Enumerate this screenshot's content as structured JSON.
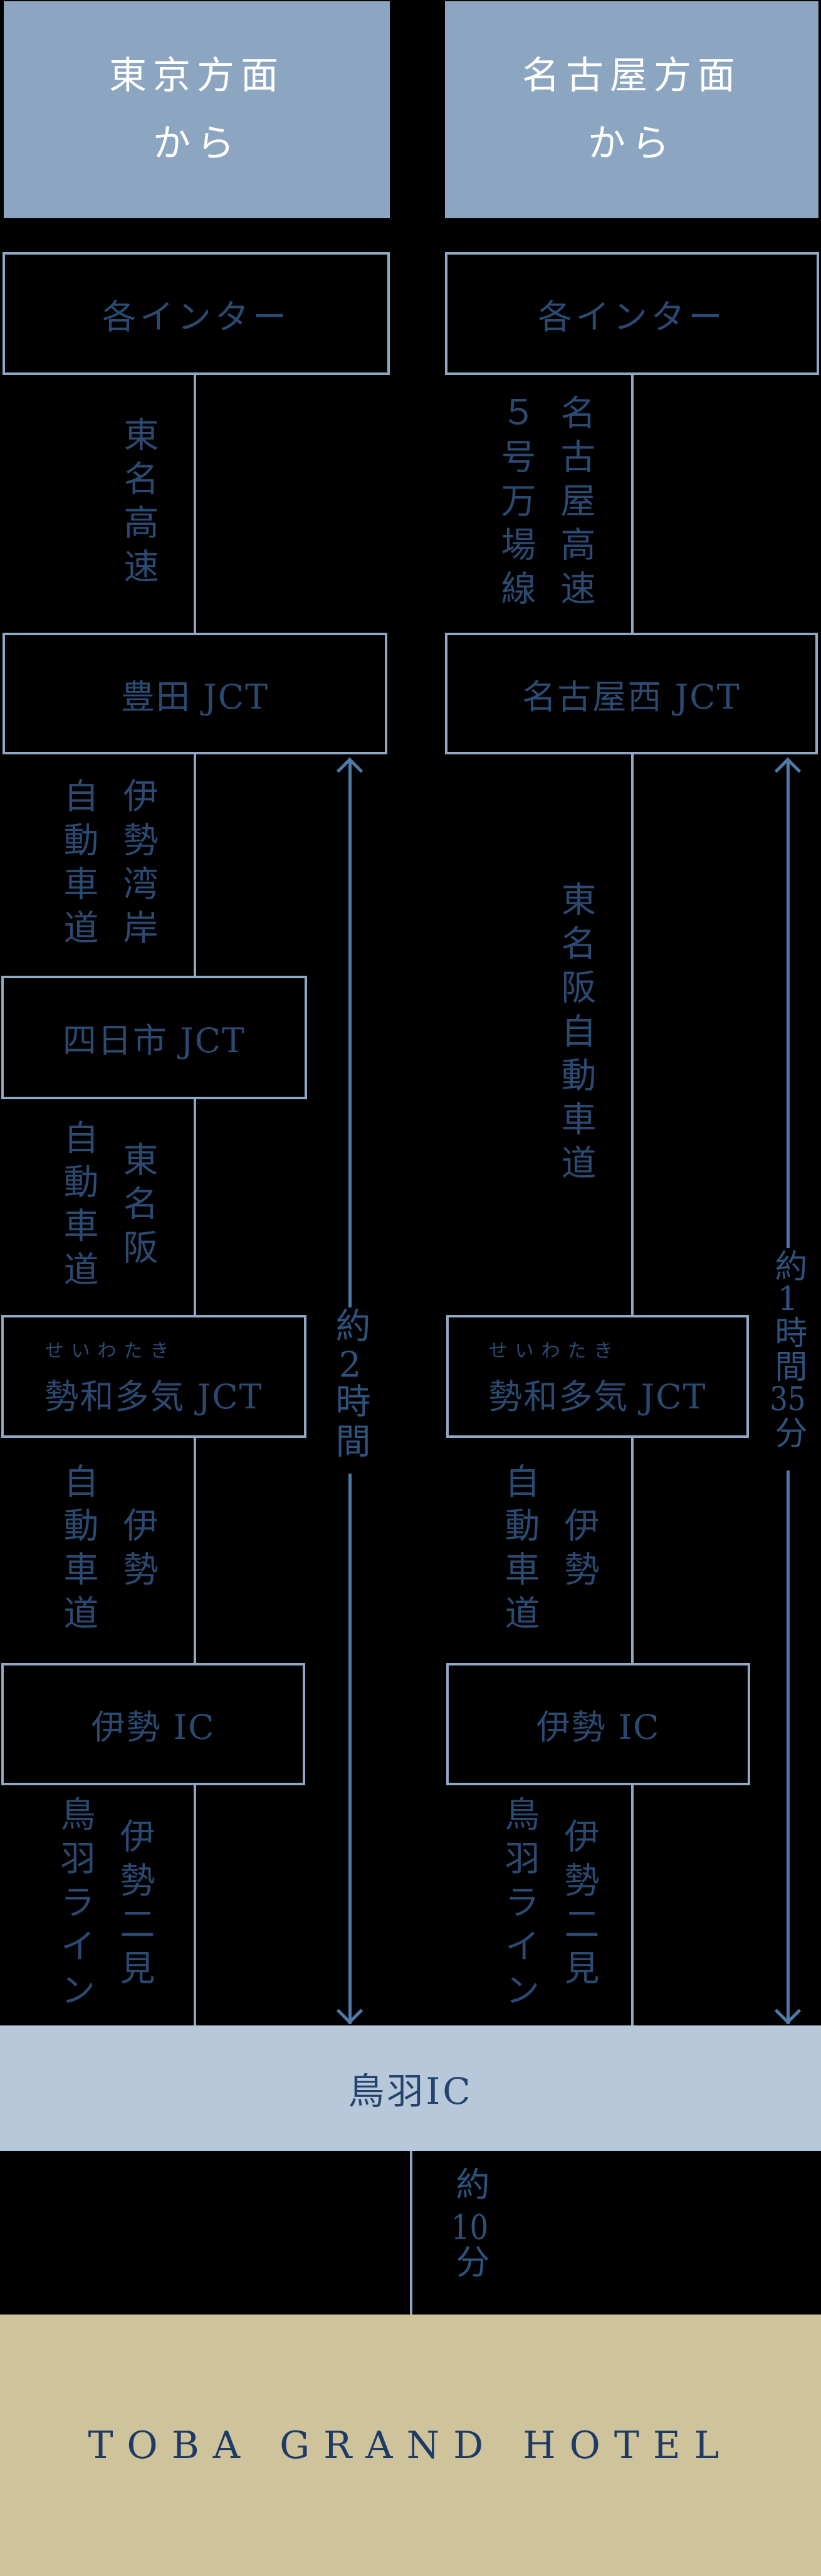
{
  "colors": {
    "background": "#000000",
    "header_bg": "#8CA5C0",
    "header_text": "#FFFFFF",
    "box_border": "#8EA9C5",
    "connector_line": "#8EA9C5",
    "arrow_line": "#4F7AA8",
    "text_navy": "#2B4A72",
    "toba_bar_bg": "#B7C8DA",
    "toba_bar_text": "#24436D",
    "hotel_bg": "#CEC39A",
    "hotel_text": "#1E3A66"
  },
  "left_route": {
    "header": "東京方面\nから",
    "start_label": "各インター",
    "road_1": "東名高速",
    "jct_1": "豊田 JCT",
    "road_2": "伊勢湾岸\n自動車道",
    "jct_2": "四日市 JCT",
    "road_3": "東名阪\n自動車道",
    "jct_3_furigana": "せいわたき",
    "jct_3": "勢和多気 JCT",
    "road_4": "伊勢\n自動車道",
    "ic_label": "伊勢 IC",
    "road_5": "伊勢二見\n鳥羽ライン",
    "duration": {
      "p1": "約",
      "p2": "2",
      "p3": "時間"
    }
  },
  "right_route": {
    "header": "名古屋方面\nから",
    "start_label": "各インター",
    "road_1": "名古屋高速\n５号万場線",
    "jct_1": "名古屋西 JCT",
    "road_2": "東名阪自動車道",
    "jct_2_furigana": "せいわたき",
    "jct_2": "勢和多気 JCT",
    "road_3": "伊勢\n自動車道",
    "ic_label": "伊勢 IC",
    "road_4": "伊勢二見\n鳥羽ライン",
    "duration": {
      "p1": "約",
      "p2": "1",
      "p3": "時間",
      "p4": "35",
      "p5": "分"
    }
  },
  "merge": {
    "toba_ic_label": "鳥羽IC",
    "final_duration": {
      "p1": "約",
      "p2": "10",
      "p3": "分"
    },
    "hotel_name": "TOBA GRAND HOTEL"
  }
}
